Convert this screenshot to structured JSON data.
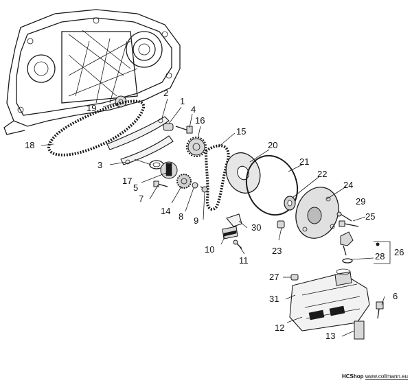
{
  "callouts": {
    "c1": "1",
    "c2": "2",
    "c3": "3",
    "c4": "4",
    "c5": "5",
    "c6": "6",
    "c7": "7",
    "c8": "8",
    "c9": "9",
    "c10": "10",
    "c11": "11",
    "c12": "12",
    "c13": "13",
    "c14": "14",
    "c15": "15",
    "c16": "16",
    "c17": "17",
    "c18": "18",
    "c19": "19",
    "c20": "20",
    "c21": "21",
    "c22": "22",
    "c23": "23",
    "c24": "24",
    "c25": "25",
    "c26": "26",
    "c27": "27",
    "c28": "28",
    "c29": "29",
    "c30": "30",
    "c31": "31"
  },
  "footer": {
    "shop": "HCShop",
    "site": "www.collmann.eu"
  }
}
